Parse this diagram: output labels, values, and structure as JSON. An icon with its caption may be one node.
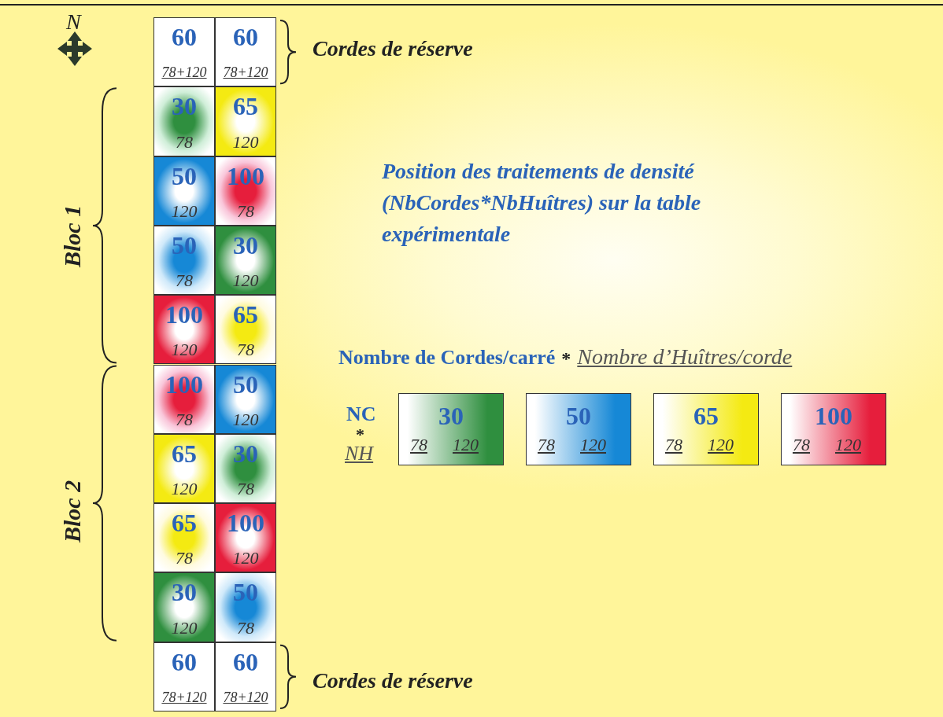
{
  "diagram": {
    "title": "Position des traitements de densité (NbCordes*NbHuîtres) sur la table expérimentale",
    "nodes": [
      {
        "text": [
          "60",
          "78+120"
        ]
      },
      {
        "text": [
          "60",
          "78+120"
        ]
      },
      {
        "text": [
          "30",
          "78"
        ]
      },
      {
        "text": [
          "65",
          "120"
        ]
      },
      {
        "text": [
          "50",
          "120"
        ]
      },
      {
        "text": [
          "100",
          "78"
        ]
      },
      {
        "text": [
          "50",
          "78"
        ]
      },
      {
        "text": [
          "30",
          "120"
        ]
      },
      {
        "text": [
          "100",
          "120"
        ]
      },
      {
        "text": [
          "65",
          "78"
        ]
      },
      {
        "text": [
          "100",
          "78"
        ]
      },
      {
        "text": [
          "50",
          "120"
        ]
      },
      {
        "text": [
          "65",
          "120"
        ]
      },
      {
        "text": [
          "30",
          "78"
        ]
      },
      {
        "text": [
          "65",
          "78"
        ]
      },
      {
        "text": [
          "100",
          "120"
        ]
      },
      {
        "text": [
          "30",
          "120"
        ]
      },
      {
        "text": [
          "50",
          "78"
        ]
      },
      {
        "text": [
          "60",
          "78+120"
        ]
      },
      {
        "text": [
          "60",
          "78+120"
        ]
      },
      {
        "text": [
          "30",
          "78",
          "120"
        ]
      },
      {
        "text": [
          "50",
          "78",
          "120"
        ]
      },
      {
        "text": [
          "65",
          "78",
          "120"
        ]
      },
      {
        "text": [
          "100",
          "78",
          "120"
        ]
      }
    ],
    "labels": [
      "N",
      "Cordes de réserve",
      "Bloc 1",
      "Bloc 2",
      "Nombre de Cordes/carré",
      "*",
      "Nombre d’Huîtres/corde",
      "NC",
      "*",
      "NH",
      "Cordes de réserve"
    ]
  }
}
